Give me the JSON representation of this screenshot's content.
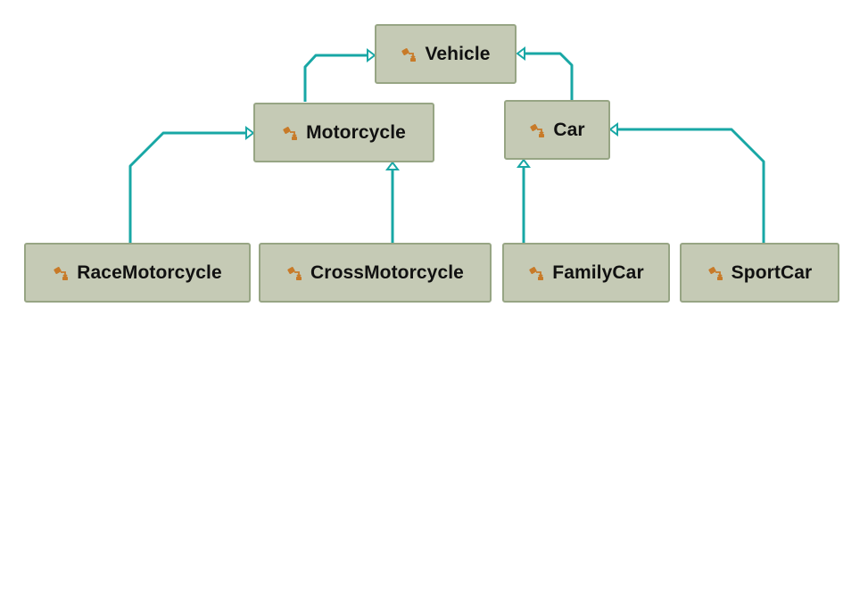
{
  "diagram": {
    "type": "class-hierarchy",
    "icon": "class-icon",
    "colors": {
      "node_fill": "#c5cab5",
      "node_border": "#97a584",
      "connector": "#18a7a5"
    },
    "nodes": {
      "vehicle": {
        "label": "Vehicle"
      },
      "motorcycle": {
        "label": "Motorcycle"
      },
      "car": {
        "label": "Car"
      },
      "race_motorcycle": {
        "label": "RaceMotorcycle"
      },
      "cross_motorcycle": {
        "label": "CrossMotorcycle"
      },
      "family_car": {
        "label": "FamilyCar"
      },
      "sport_car": {
        "label": "SportCar"
      }
    },
    "inheritance": [
      {
        "child": "Motorcycle",
        "parent": "Vehicle"
      },
      {
        "child": "Car",
        "parent": "Vehicle"
      },
      {
        "child": "RaceMotorcycle",
        "parent": "Motorcycle"
      },
      {
        "child": "CrossMotorcycle",
        "parent": "Motorcycle"
      },
      {
        "child": "FamilyCar",
        "parent": "Car"
      },
      {
        "child": "SportCar",
        "parent": "Car"
      }
    ]
  }
}
